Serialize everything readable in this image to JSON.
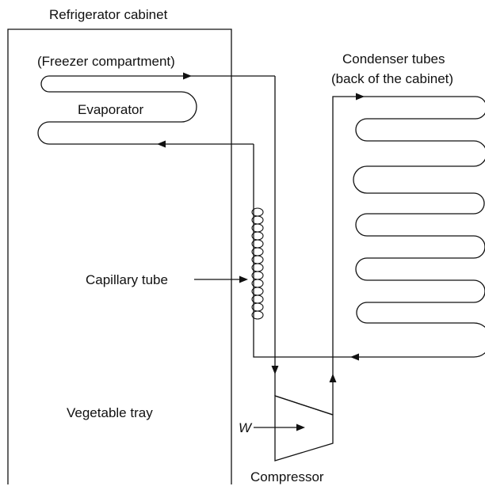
{
  "labels": {
    "cabinet": "Refrigerator cabinet",
    "freezer": "(Freezer compartment)",
    "evaporator": "Evaporator",
    "condenser_line1": "Condenser tubes",
    "condenser_line2": "(back of the cabinet)",
    "capillary": "Capillary tube",
    "vegetable": "Vegetable tray",
    "work": "W",
    "compressor": "Compressor"
  },
  "colors": {
    "line": "#111111",
    "background": "#ffffff"
  }
}
